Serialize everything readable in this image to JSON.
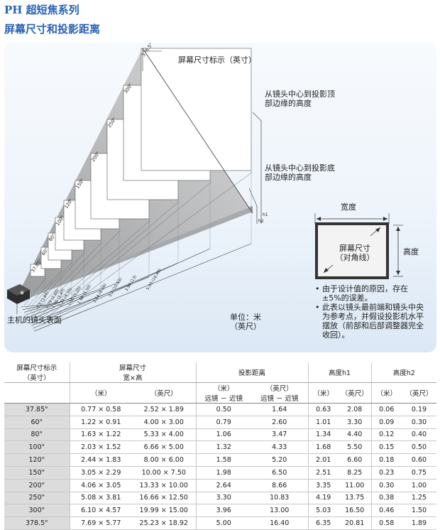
{
  "header": {
    "title": "PH 超短焦系列",
    "subtitle": "屏幕尺寸和投影距离"
  },
  "diagram": {
    "screen_size_label": "屏幕尺寸标示（英寸）",
    "top_edge_label_1": "从镜头中心到投影顶",
    "top_edge_label_2": "部边缘的高度",
    "bottom_edge_label_1": "从镜头中心到投影底",
    "bottom_edge_label_2": "部边缘的高度",
    "lens_surface_label": "主机的镜头表面",
    "unit_label_1": "单位：米",
    "unit_label_2": "（英尺）",
    "h1_marker": "h1",
    "h2_marker": "h2",
    "screen_labels": [
      "37.85\"",
      "60\"",
      "80\"",
      "100\"",
      "120\"",
      "150\"",
      "200\"",
      "250\"",
      "300\"",
      "378.5\""
    ],
    "distance_labels": [
      "0.5 (1.64)",
      "0.79 (2.60)",
      "1.06 (3.47)",
      "1.32 (4.33)",
      "1.58 (5.20)",
      "1.98 (6.50)",
      "2.64 (8.66)",
      "3.3 (10.83)",
      "3.96 (13)",
      "5.00 (16.40)"
    ],
    "inset": {
      "width_label": "宽度",
      "height_label": "高度",
      "diag_label_1": "屏幕尺寸",
      "diag_label_2": "（对角线）"
    },
    "notes": [
      [
        "由于设计值的原因，存在",
        "±5%的误差。"
      ],
      [
        "此表以镜头最前端和镜头中央",
        "为参考点，并假设投影机水平",
        "摆放（前部和后部调整器完全",
        "收回）。"
      ]
    ]
  },
  "table": {
    "headers": {
      "size": "屏幕尺寸标示",
      "size_sub": "（英寸）",
      "screen": "屏幕尺寸",
      "screen_sub": "宽×高",
      "distance": "投影距离",
      "h1": "高度h1",
      "h2": "高度h2",
      "meter": "（米）",
      "feet": "（英尺）",
      "far_near": "远镜 － 近镜"
    },
    "rows": [
      [
        "37.85\"",
        "0.77 × 0.58",
        "2.52 × 1.89",
        "0.50",
        "1.64",
        "0.63",
        "2.08",
        "0.06",
        "0.19"
      ],
      [
        "60\"",
        "1.22 × 0.91",
        "4.00 × 3.00",
        "0.79",
        "2.60",
        "1.01",
        "3.30",
        "0.09",
        "0.30"
      ],
      [
        "80\"",
        "1.63 × 1.22",
        "5.33 × 4.00",
        "1.06",
        "3.47",
        "1.34",
        "4.40",
        "0.12",
        "0.40"
      ],
      [
        "100\"",
        "2.03 × 1.52",
        "6.66 × 5.00",
        "1.32",
        "4.33",
        "1.68",
        "5.50",
        "0.15",
        "0.50"
      ],
      [
        "120\"",
        "2.44 × 1.83",
        "8.00 × 6.00",
        "1.58",
        "5.20",
        "2.01",
        "6.60",
        "0.18",
        "0.60"
      ],
      [
        "150\"",
        "3.05 × 2.29",
        "10.00 × 7.50",
        "1.98",
        "6.50",
        "2.51",
        "8.25",
        "0.23",
        "0.75"
      ],
      [
        "200\"",
        "4.06 × 3.05",
        "13.33 × 10.00",
        "2.64",
        "8.66",
        "3.35",
        "11.00",
        "0.30",
        "1.00"
      ],
      [
        "250\"",
        "5.08 × 3.81",
        "16.66 × 12.50",
        "3.30",
        "10.83",
        "4.19",
        "13.75",
        "0.38",
        "1.25"
      ],
      [
        "300\"",
        "6.10 × 4.57",
        "19.99 × 15.00",
        "3.96",
        "13.00",
        "5.03",
        "16.50",
        "0.46",
        "1.50"
      ],
      [
        "378.5\"",
        "7.69 × 5.77",
        "25.23 × 18.92",
        "5.00",
        "16.40",
        "6.35",
        "20.81",
        "0.58",
        "1.89"
      ]
    ]
  }
}
